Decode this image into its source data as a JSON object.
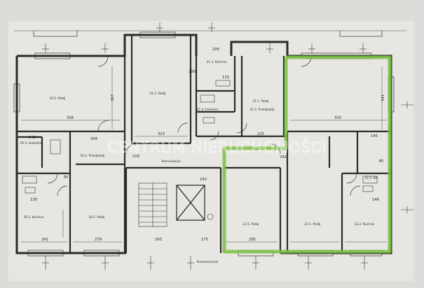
{
  "watermark": "CENTRUM NIERUCHOMOŚCI",
  "highlight_color": "#79c043",
  "room_labels": [
    "20.5. Pokój",
    "21.2. Pokój",
    "21.3. Kuchnia",
    "21.4. Łazienka",
    "21.5. Przedpokój",
    "21.1. Pokój",
    "20.4. Przedpokój",
    "20.3. Łazienka",
    "20.2. Kuchnia",
    "20.1. Pokój",
    "22.5. Pokój",
    "22.1. Pokój",
    "22.2. Kuchnia",
    "22.3. WC",
    "Komunikacja",
    "Pomieszczenie"
  ],
  "dimensions": [
    "328",
    "323",
    "200",
    "110",
    "225",
    "325",
    "367",
    "341",
    "304",
    "142",
    "145",
    "200",
    "219",
    "243",
    "242",
    "95",
    "85",
    "241",
    "279",
    "175",
    "293",
    "285",
    "146",
    "130"
  ]
}
